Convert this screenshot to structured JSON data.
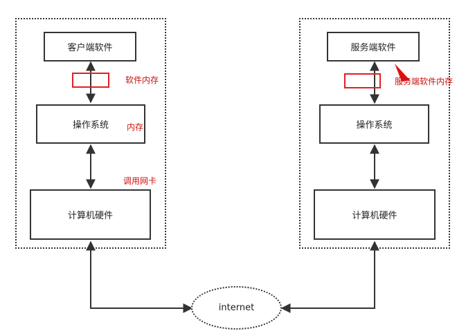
{
  "client": {
    "software": "客户端软件",
    "os": "操作系统",
    "hardware": "计算机硬件"
  },
  "server": {
    "software": "服务端软件",
    "os": "操作系统",
    "hardware": "计算机硬件"
  },
  "network": {
    "label": "internet"
  },
  "annotations": {
    "client_software_memory": "软件内存",
    "memory": "内存",
    "call_nic": "调用网卡",
    "server_software_memory": "服务端软件内存"
  },
  "colors": {
    "annotation": "#cc1111",
    "line": "#333333"
  }
}
